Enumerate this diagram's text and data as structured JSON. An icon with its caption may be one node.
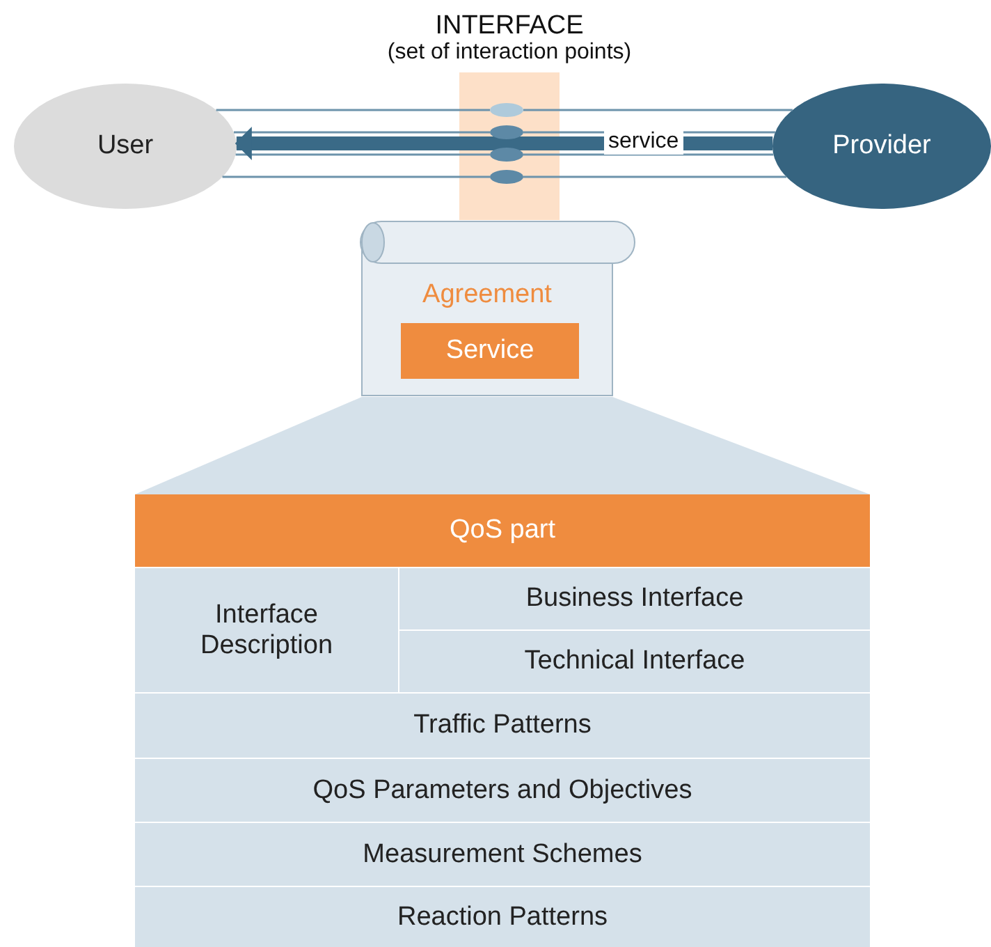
{
  "diagram": {
    "nodes": [
      {
        "text": [
          "User"
        ]
      },
      {
        "text": [
          "INTERFACE",
          "(set of interaction points)"
        ]
      },
      {
        "text": [],
        "shape": "ellipse",
        "in": 1
      },
      {
        "text": [],
        "shape": "ellipse",
        "in": 1
      },
      {
        "text": [],
        "shape": "ellipse",
        "in": 1
      },
      {
        "text": [],
        "shape": "ellipse",
        "in": 1
      },
      {
        "text": [
          "Provider"
        ]
      },
      {
        "text": [
          "Agreement"
        ]
      },
      {
        "text": [
          "Service"
        ],
        "in": 7
      },
      {
        "text": [],
        "shape": "trapezoid"
      },
      {
        "text": [
          "QoS part"
        ]
      },
      {
        "text": [
          "Interface Description"
        ],
        "in": 10
      },
      {
        "text": [
          "Business Interface"
        ],
        "in": 10
      },
      {
        "text": [
          "Technical Interface"
        ],
        "in": 10
      },
      {
        "text": [
          "Traffic Patterns"
        ],
        "in": 10
      },
      {
        "text": [
          "QoS Parameters and Objectives"
        ],
        "in": 10
      },
      {
        "text": [
          "Measurement Schemes"
        ],
        "in": 10
      },
      {
        "text": [
          "Reaction Patterns"
        ],
        "in": 10
      }
    ],
    "edges": [
      {
        "from": 0,
        "to": 2,
        "arrow": "none"
      },
      {
        "from": 2,
        "to": 6,
        "arrow": "none"
      },
      {
        "from": 0,
        "to": 3,
        "arrow": "none"
      },
      {
        "from": 3,
        "to": 6,
        "arrow": "none"
      },
      {
        "from": 0,
        "to": 4,
        "arrow": "none"
      },
      {
        "from": 4,
        "to": 6,
        "arrow": "none"
      },
      {
        "from": 0,
        "to": 5,
        "arrow": "none"
      },
      {
        "from": 5,
        "to": 6,
        "arrow": "none"
      },
      {
        "from": 6,
        "to": 0,
        "arrow": "to",
        "label": "service",
        "style": "thick",
        "color": "#3a6a87"
      }
    ]
  }
}
